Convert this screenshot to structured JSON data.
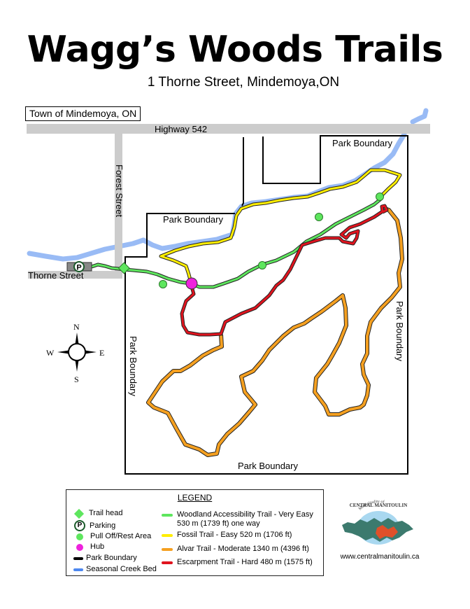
{
  "header": {
    "title": "Wagg’s Woods Trails",
    "address": "1 Thorne Street, Mindemoya,ON"
  },
  "map": {
    "town_label": "Town of Mindemoya, ON",
    "roads": {
      "highway": "Highway 542",
      "forest_street": "Forest Street",
      "thorne_street": "Thorne Street"
    },
    "boundary_labels": {
      "top": "Park Boundary",
      "middle": "Park Boundary",
      "left": "Park Boundary",
      "right": "Park Boundary",
      "bottom": "Park Boundary"
    },
    "compass": {
      "n": "N",
      "s": "S",
      "e": "E",
      "w": "W"
    },
    "parking_symbol": "P",
    "colors": {
      "road": "#cccccc",
      "creek": "#99bbf5",
      "boundary": "#000000",
      "woodland": "#5ee65e",
      "fossil": "#ffee00",
      "alvar": "#f5a020",
      "escarpment": "#e0141e",
      "hub": "#ee22dd",
      "trailhead": "#5ee65e",
      "rest_area": "#5ee65e"
    }
  },
  "legend": {
    "title": "LEGEND",
    "symbols": [
      {
        "icon": "trailhead-icon",
        "label": "Trail head",
        "color": "#5ee65e"
      },
      {
        "icon": "parking-icon",
        "label": "Parking",
        "glyph": "P"
      },
      {
        "icon": "rest-area-icon",
        "label": "Pull Off/Rest Area",
        "color": "#5ee65e"
      },
      {
        "icon": "hub-icon",
        "label": "Hub",
        "color": "#ee22dd"
      },
      {
        "icon": "park-boundary-line-icon",
        "label": "Park Boundary",
        "color": "#000000"
      },
      {
        "icon": "creek-bed-line-icon",
        "label": "Seasonal Creek Bed",
        "color": "#4d88f0"
      }
    ],
    "trails": [
      {
        "label": "Woodland Accessibility Trail - Very Easy",
        "label2": "530 m (1739 ft) one way",
        "color": "#5ee65e"
      },
      {
        "label": "Fossil Trail - Easy 520 m (1706 ft)",
        "color": "#ffee00"
      },
      {
        "label": "Alvar Trail - Moderate 1340 m (4396 ft)",
        "color": "#f5a020"
      },
      {
        "label": "Escarpment Trail - Hard 480 m (1575 ft)",
        "color": "#e0141e"
      }
    ]
  },
  "logo": {
    "arc_text_top": "Municipality of",
    "arc_text_bottom": "CENTRAL MANITOULIN",
    "url": "www.centralmanitoulin.ca"
  }
}
